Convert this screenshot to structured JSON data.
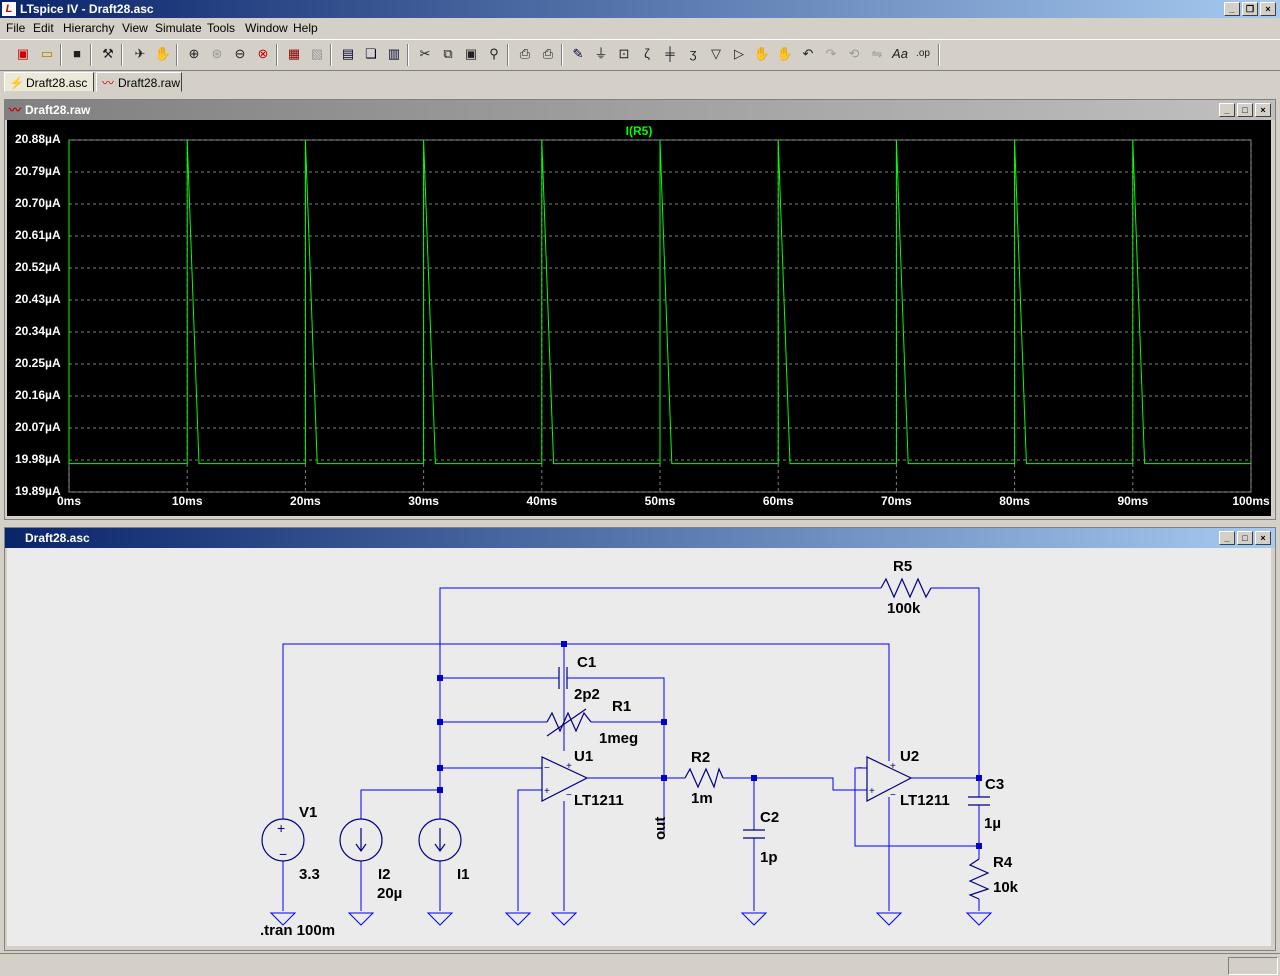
{
  "window": {
    "title": "LTspice IV - Draft28.asc",
    "app_icon": "L"
  },
  "menu": [
    "File",
    "Edit",
    "Hierarchy",
    "View",
    "Simulate",
    "Tools",
    "Window",
    "Help"
  ],
  "tabs": [
    {
      "label": "Draft28.asc",
      "icon": "schematic-icon"
    },
    {
      "label": "Draft28.raw",
      "icon": "waveform-icon"
    }
  ],
  "waveform_window": {
    "title": "Draft28.raw",
    "trace_label": "I(R5)",
    "trace_color": "#00ff00"
  },
  "schematic_window": {
    "title": "Draft28.asc"
  },
  "chart_data": {
    "type": "line",
    "series": [
      {
        "name": "I(R5)",
        "x": [
          0,
          0,
          1,
          1,
          10,
          10,
          11,
          20,
          20,
          21,
          30,
          30,
          31,
          40,
          40,
          41,
          50,
          50,
          51,
          60,
          60,
          61,
          70,
          70,
          71,
          80,
          80,
          81,
          90,
          90,
          91,
          100
        ],
        "y": [
          20.88,
          19.97,
          19.97,
          19.97,
          19.97,
          20.88,
          19.97,
          19.97,
          20.88,
          19.97,
          19.97,
          20.88,
          19.97,
          19.97,
          20.88,
          19.97,
          19.97,
          20.88,
          19.97,
          19.97,
          20.88,
          19.97,
          19.97,
          20.88,
          19.97,
          19.97,
          20.88,
          19.97,
          19.97,
          20.88,
          19.97,
          19.97
        ]
      }
    ],
    "y_ticks": [
      "20.88µA",
      "20.79µA",
      "20.70µA",
      "20.61µA",
      "20.52µA",
      "20.43µA",
      "20.34µA",
      "20.25µA",
      "20.16µA",
      "20.07µA",
      "19.98µA",
      "19.89µA"
    ],
    "x_ticks": [
      "0ms",
      "10ms",
      "20ms",
      "30ms",
      "40ms",
      "50ms",
      "60ms",
      "70ms",
      "80ms",
      "90ms",
      "100ms"
    ],
    "ylim": [
      19.89,
      20.88
    ],
    "xlim": [
      0,
      100
    ],
    "grid": true
  },
  "schematic": {
    "components": {
      "R5": {
        "name": "R5",
        "value": "100k"
      },
      "C1": {
        "name": "C1",
        "value": "2p2"
      },
      "R1": {
        "name": "R1",
        "value": "1meg"
      },
      "U1": {
        "name": "U1",
        "value": "LT1211"
      },
      "R2": {
        "name": "R2",
        "value": "1m"
      },
      "U2": {
        "name": "U2",
        "value": "LT1211"
      },
      "C3": {
        "name": "C3",
        "value": "1µ"
      },
      "C2": {
        "name": "C2",
        "value": "1p"
      },
      "R4": {
        "name": "R4",
        "value": "10k"
      },
      "V1": {
        "name": "V1",
        "value": "3.3"
      },
      "I2": {
        "name": "I2",
        "value": "20µ"
      },
      "I1": {
        "name": "I1",
        "value": ""
      }
    },
    "net_label_out": "out",
    "directive": ".tran 100m",
    "wire_color": "#0000ff",
    "junction_color": "#0000c8"
  }
}
